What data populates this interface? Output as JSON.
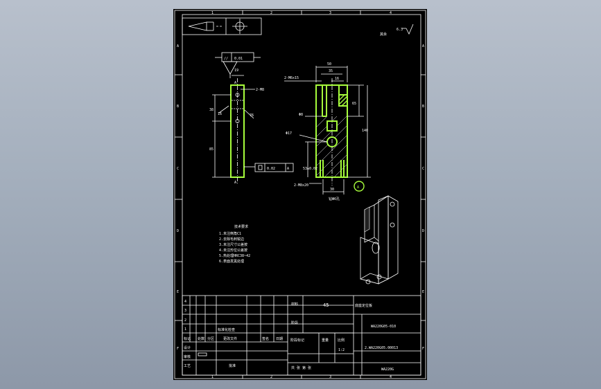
{
  "colors": {
    "highlight": "#a8ff3c",
    "line": "#ffffff",
    "sheet": "#000000",
    "background": "#a4afbd"
  },
  "zone_markers": {
    "top": [
      "1",
      "2",
      "3",
      "4"
    ],
    "bottom": [
      "1",
      "2",
      "3",
      "4"
    ],
    "left": [
      "A",
      "B",
      "C",
      "D",
      "E",
      "F"
    ],
    "right": [
      "A",
      "B",
      "C",
      "D",
      "E",
      "F"
    ]
  },
  "symbols": {
    "taper": "taper-symbol",
    "crosshair": "position-symbol",
    "surface_finish_value": "6.3",
    "surface_finish_label": "其余"
  },
  "side_view": {
    "parallelism_tolerance": "0.01",
    "parallelism_symbol": "//",
    "width_dim": "19",
    "hole_label": "2-M8",
    "dim_upper": "38",
    "dim_lower": "85",
    "angle_left": "16",
    "angle_right": "76",
    "section_top": "A",
    "section_bottom": "A",
    "tolerance_box_value": "0.02",
    "tolerance_box_datum": "A"
  },
  "front_view": {
    "thread_label_top": "2-M6x15",
    "dim_50": "50",
    "dim_35": "35",
    "dim_16": "16",
    "dim_65": "65",
    "dim_140": "140",
    "hole_8": "Φ8",
    "hole_17": "Φ17",
    "dim_53": "53±0.02",
    "thread_label_bottom": "2-M8x20",
    "dim_30": "30",
    "note_bottom": "钻Φ6孔",
    "datum_callout": "A"
  },
  "tech_requirements": {
    "title": "技术要求",
    "lines": [
      "1.未注倒角C1",
      "2.去除毛刺锐边",
      "3.未注尺寸公差按",
      "4.未注形位公差按",
      "5.热处理HRC38~42",
      "6.表面发黑处理"
    ]
  },
  "title_block": {
    "row_numbers": [
      "4",
      "3",
      "2",
      "1"
    ],
    "material_label": "材料",
    "material_value": "45",
    "part_name": "底座定位板",
    "stage_label": "阶段",
    "row1_label": "标准化检查",
    "header_labels": [
      "标记",
      "处数",
      "分区",
      "更改文件",
      "签名",
      "日期"
    ],
    "design_label": "设计",
    "check_label": "审核",
    "process_label": "工艺",
    "approve_label": "批准",
    "weight_label": "阶段标记",
    "weight_header": "重量",
    "scale_header": "比例",
    "scale_value": "1:2",
    "sheets_label": "共 张 第 张",
    "drawing_no": "WA220G05-010",
    "assembly_no": "2.WA220G05.00013",
    "product_code": "WA220G"
  }
}
